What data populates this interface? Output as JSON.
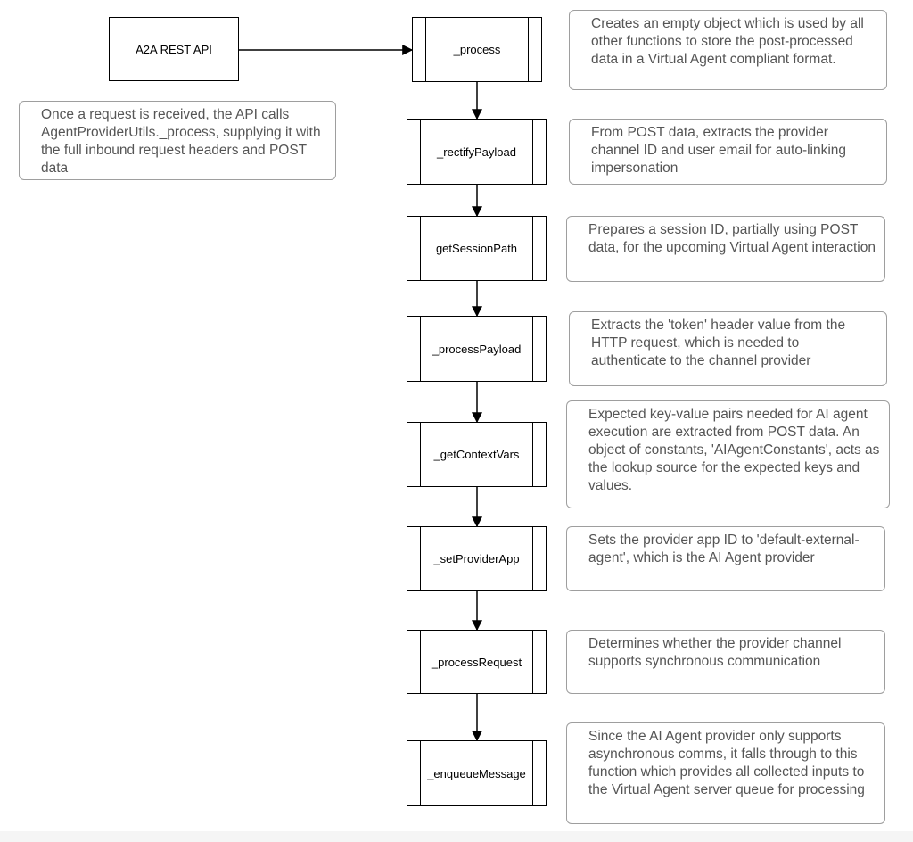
{
  "source": {
    "label": "A2A REST API"
  },
  "source_note": "Once a request is received, the API calls AgentProviderUtils._process, supplying it with the full inbound request headers and POST data",
  "steps": [
    {
      "label": "_process",
      "description": "Creates an empty object which is used by all other functions to store the post-processed data in a Virtual Agent compliant format."
    },
    {
      "label": "_rectifyPayload",
      "description": "From POST data, extracts the provider channel ID and user email for auto-linking impersonation"
    },
    {
      "label": "getSessionPath",
      "description": "Prepares a session ID, partially using POST data, for the upcoming Virtual Agent interaction"
    },
    {
      "label": "_processPayload",
      "description": "Extracts the 'token' header value from the HTTP request, which is needed to authenticate to the channel provider"
    },
    {
      "label": "_getContextVars",
      "description": "Expected key-value pairs needed for AI agent execution are extracted from POST data. An object of constants, 'AIAgentConstants', acts as the lookup source for the expected keys and values."
    },
    {
      "label": "_setProviderApp",
      "description": "Sets the provider app ID to 'default-external-agent', which is the AI Agent provider"
    },
    {
      "label": "_processRequest",
      "description": "Determines whether the provider channel supports synchronous communication"
    },
    {
      "label": "_enqueueMessage",
      "description": "Since the AI Agent provider only supports asynchronous comms, it falls through to this function which provides all collected inputs to the Virtual Agent server queue for processing"
    }
  ]
}
